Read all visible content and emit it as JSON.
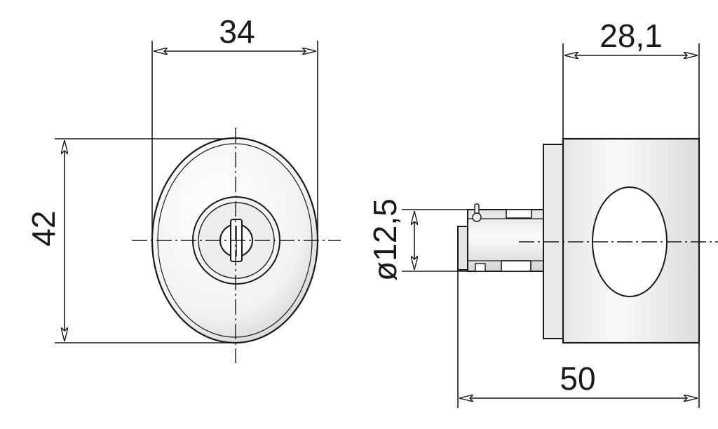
{
  "front_view": {
    "width_dimension": "34",
    "height_dimension": "42"
  },
  "side_view": {
    "depth_dimension": "28,1",
    "diameter_dimension": "ø12,5",
    "total_length_dimension": "50"
  },
  "colors": {
    "line": "#1a1a1a",
    "body_light": "#f7f7f7",
    "body_shade": "#c9c9c9"
  }
}
